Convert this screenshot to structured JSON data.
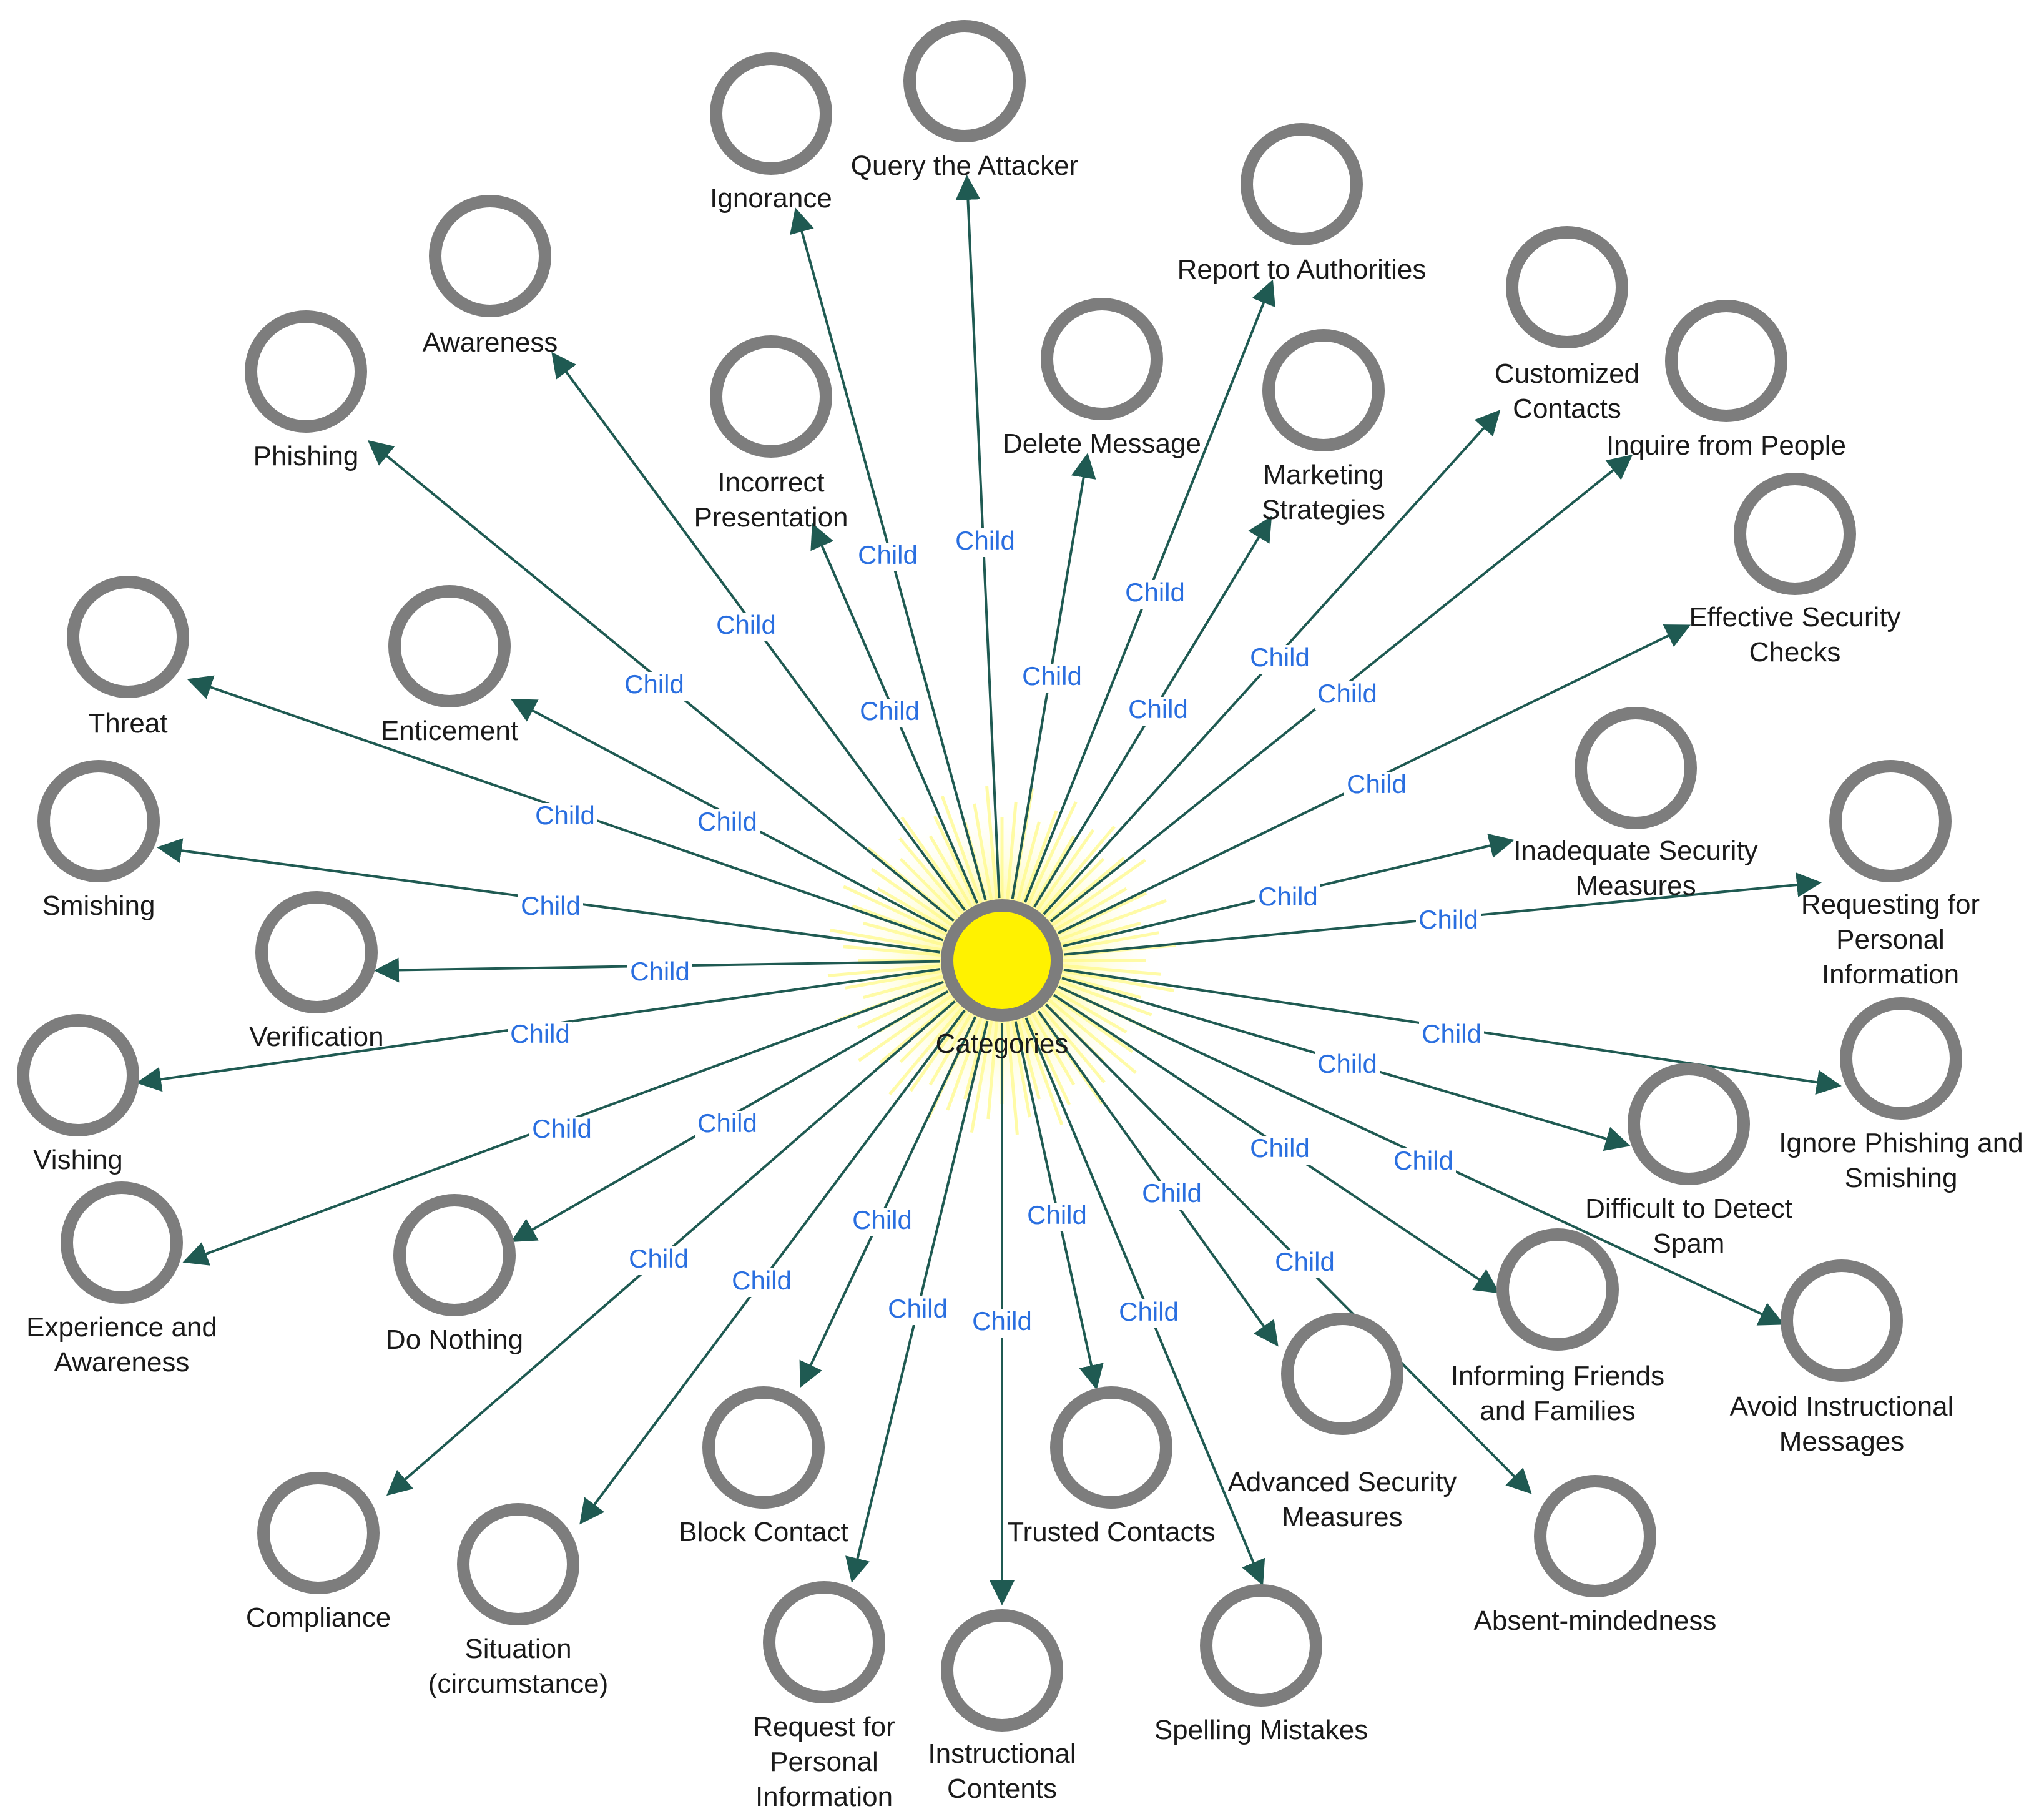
{
  "root": {
    "label": "Categories"
  },
  "edge_label": "Child",
  "colors": {
    "edge": "#1f5a52",
    "edge_label": "#2a6fe0",
    "node_ring": "#7d7d7d",
    "root_fill": "#fff200",
    "glow": "#fffa8a"
  },
  "nodes": [
    {
      "id": "query-the-attacker",
      "lines": [
        "Query the Attacker"
      ]
    },
    {
      "id": "ignorance",
      "lines": [
        "Ignorance"
      ]
    },
    {
      "id": "report-to-authorities",
      "lines": [
        "Report to Authorities"
      ]
    },
    {
      "id": "awareness",
      "lines": [
        "Awareness"
      ]
    },
    {
      "id": "customized-contacts",
      "lines": [
        "Customized",
        "Contacts"
      ]
    },
    {
      "id": "delete-message",
      "lines": [
        "Delete Message"
      ]
    },
    {
      "id": "incorrect-presentation",
      "lines": [
        "Incorrect",
        "Presentation"
      ]
    },
    {
      "id": "marketing-strategies",
      "lines": [
        "Marketing",
        "Strategies"
      ]
    },
    {
      "id": "phishing",
      "lines": [
        "Phishing"
      ]
    },
    {
      "id": "inquire-from-people",
      "lines": [
        "Inquire from People"
      ]
    },
    {
      "id": "effective-security-checks",
      "lines": [
        "Effective Security",
        "Checks"
      ]
    },
    {
      "id": "threat",
      "lines": [
        "Threat"
      ]
    },
    {
      "id": "enticement",
      "lines": [
        "Enticement"
      ]
    },
    {
      "id": "inadequate-security-measures",
      "lines": [
        "Inadequate Security",
        "Measures"
      ]
    },
    {
      "id": "smishing",
      "lines": [
        "Smishing"
      ]
    },
    {
      "id": "requesting-for-personal-information",
      "lines": [
        "Requesting for",
        "Personal",
        "Information"
      ]
    },
    {
      "id": "verification",
      "lines": [
        "Verification"
      ]
    },
    {
      "id": "vishing",
      "lines": [
        "Vishing"
      ]
    },
    {
      "id": "ignore-phishing-and-smishing",
      "lines": [
        "Ignore Phishing and",
        "Smishing"
      ]
    },
    {
      "id": "difficult-to-detect-spam",
      "lines": [
        "Difficult to Detect",
        "Spam"
      ]
    },
    {
      "id": "experience-and-awareness",
      "lines": [
        "Experience and",
        "Awareness"
      ]
    },
    {
      "id": "do-nothing",
      "lines": [
        "Do Nothing"
      ]
    },
    {
      "id": "informing-friends-and-families",
      "lines": [
        "Informing Friends",
        "and Families"
      ]
    },
    {
      "id": "avoid-instructional-messages",
      "lines": [
        "Avoid Instructional",
        "Messages"
      ]
    },
    {
      "id": "block-contact",
      "lines": [
        "Block Contact"
      ]
    },
    {
      "id": "trusted-contacts",
      "lines": [
        "Trusted Contacts"
      ]
    },
    {
      "id": "advanced-security-measures",
      "lines": [
        "Advanced Security",
        "Measures"
      ]
    },
    {
      "id": "compliance",
      "lines": [
        "Compliance"
      ]
    },
    {
      "id": "situation-circumstance",
      "lines": [
        "Situation",
        "(circumstance)"
      ]
    },
    {
      "id": "absent-mindedness",
      "lines": [
        "Absent-mindedness"
      ]
    },
    {
      "id": "request-for-personal-information",
      "lines": [
        "Request for",
        "Personal",
        "Information"
      ]
    },
    {
      "id": "instructional-contents",
      "lines": [
        "Instructional",
        "Contents"
      ]
    },
    {
      "id": "spelling-mistakes",
      "lines": [
        "Spelling Mistakes"
      ]
    }
  ]
}
